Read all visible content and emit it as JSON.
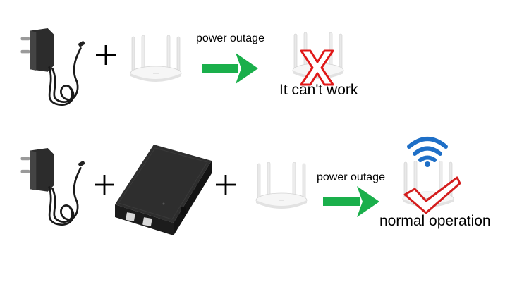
{
  "row1": {
    "arrow_label": "power outage",
    "result_label": "It can't work"
  },
  "row2": {
    "arrow_label": "power outage",
    "result_label": "normal operation"
  },
  "colors": {
    "arrow_green": "#1aaf4b",
    "fail_red": "#e01818",
    "ok_red": "#d41e1e",
    "wifi_blue": "#1e6fc7",
    "plug_black": "#2a2a2a",
    "battery_black": "#1c1c1c"
  },
  "icons": [
    "power-adapter-icon",
    "wifi-router-icon",
    "mini-ups-battery-icon",
    "x-mark-icon",
    "check-mark-icon",
    "wifi-signal-icon",
    "arrow-right-icon",
    "plus-icon"
  ]
}
